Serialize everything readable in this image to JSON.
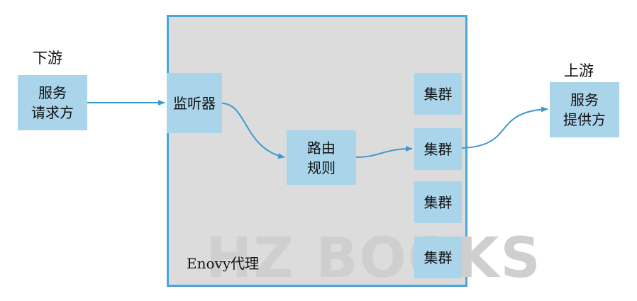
{
  "downstream": {
    "heading": "下游",
    "box_line1": "服务",
    "box_line2": "请求方"
  },
  "upstream": {
    "heading": "上游",
    "box_line1": "服务",
    "box_line2": "提供方"
  },
  "proxy": {
    "name": "Enovy代理",
    "listener": "监听器",
    "routing_line1": "路由",
    "routing_line2": "规则",
    "clusters": [
      "集群",
      "集群",
      "集群",
      "集群"
    ]
  },
  "watermark": "HZ BOOKS",
  "colors": {
    "box_fill": "#a9d4ea",
    "proxy_fill": "#dcdcdc",
    "proxy_border": "#4aa6d6",
    "arrow": "#3d9ad1"
  }
}
